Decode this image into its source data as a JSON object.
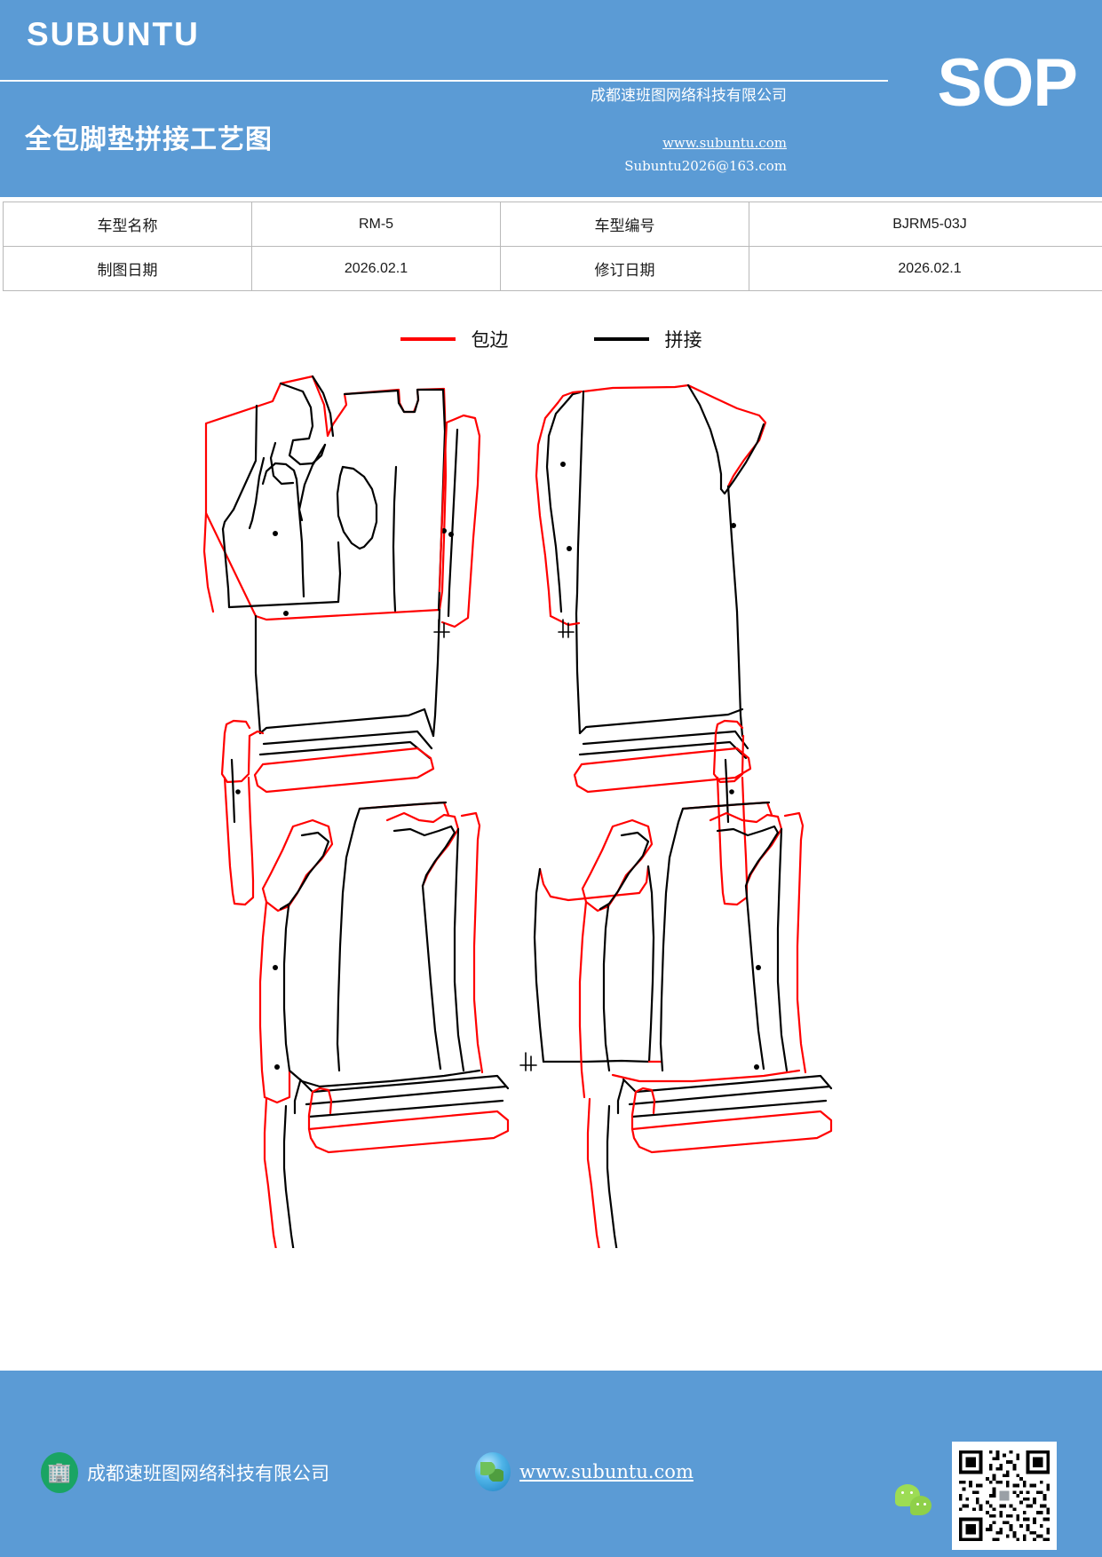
{
  "header": {
    "brand": "SUBUNTU",
    "doc_title": "全包脚垫拼接工艺图",
    "company": "成都速班图网络科技有限公司",
    "website": "www.subuntu.com",
    "email": "Subuntu2026@163.com",
    "badge": "SOP",
    "bg_color": "#5b9bd5"
  },
  "info_table": {
    "rows": [
      {
        "label_1": "车型名称",
        "value_1": "RM-5",
        "label_2": "车型编号",
        "value_2": "BJRM5-03J"
      },
      {
        "label_1": "制图日期",
        "value_1": "2026.02.1",
        "label_2": "修订日期",
        "value_2": "2026.02.1"
      }
    ]
  },
  "legend": {
    "items": [
      {
        "label": "包边",
        "color": "#ff0000",
        "icon": "line-swatch-red"
      },
      {
        "label": "拼接",
        "color": "#000000",
        "icon": "line-swatch-black"
      }
    ]
  },
  "drawing": {
    "description": "全包脚垫拼接工艺图纸",
    "edge_color": "#ff0000",
    "seam_color": "#000000"
  },
  "footer": {
    "company": "成都速班图网络科技有限公司",
    "website": "www.subuntu.com",
    "bg_color": "#5b9bd5"
  }
}
